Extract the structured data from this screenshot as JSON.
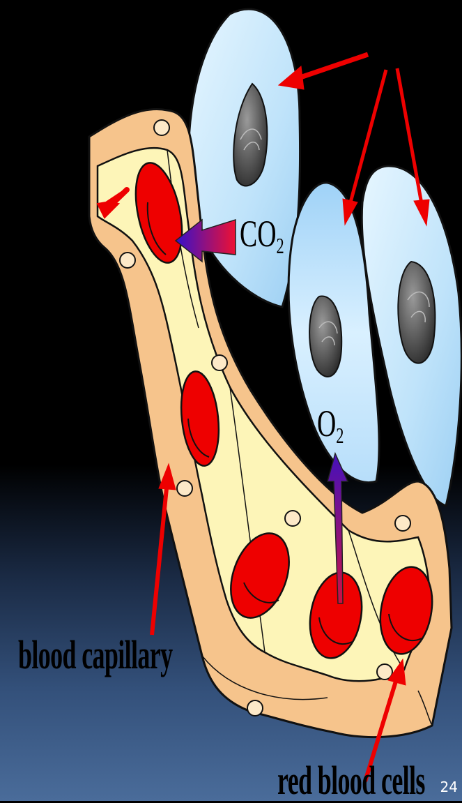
{
  "diagram": {
    "labels": {
      "capillary": "blood capillary",
      "rbc": "red blood cells",
      "co2_main": "CO",
      "co2_sub": "2",
      "o2_main": "O",
      "o2_sub": "2"
    },
    "page_number": "24",
    "colors": {
      "capillary_wall": "#f6c48c",
      "capillary_lumen": "#fdf5b8",
      "rbc": "#ee0000",
      "tissue_cell": "#c4e6fb",
      "nucleus": "#4a4a4a",
      "arrow": "#ee0000",
      "gas_arrow": "#6b1aa8"
    }
  }
}
